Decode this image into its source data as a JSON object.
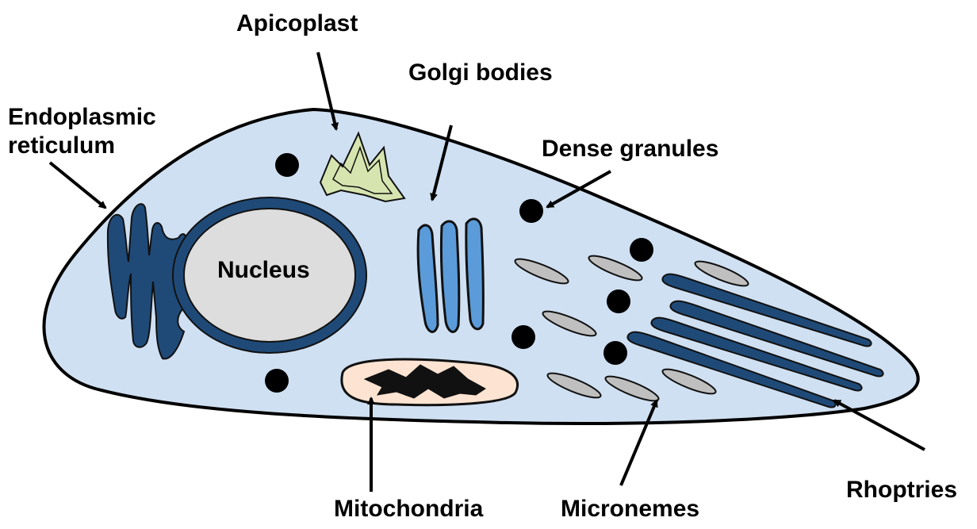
{
  "labels": {
    "apicoplast": "Apicoplast",
    "golgi": "Golgi bodies",
    "er_line1": "Endoplasmic",
    "er_line2": "reticulum",
    "dense_granules": "Dense granules",
    "nucleus": "Nucleus",
    "mitochondria": "Mitochondria",
    "micronemes": "Micronemes",
    "rhoptries": "Rhoptries"
  },
  "colors": {
    "cytoplasm": "#cfe0f2",
    "outline": "#000000",
    "nuclear_envelope": "#1f4a78",
    "nucleus": "#dddddd",
    "golgi": "#5b9bd9",
    "apicoplast": "#d6e5b0",
    "mitochondrion": "#fde3d1",
    "microneme": "#bfbfbf",
    "rhoptry": "#1f4a78",
    "granule": "#000000"
  }
}
